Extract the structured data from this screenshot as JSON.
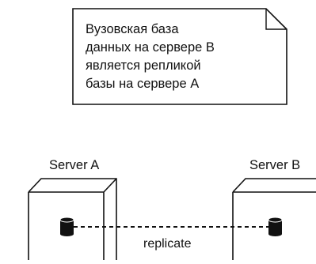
{
  "note": {
    "lines": [
      "Вузовская база",
      "данных на сервере B",
      "является репликой",
      "базы на сервере A"
    ]
  },
  "nodes": [
    {
      "id": "server-a",
      "label": "Server A"
    },
    {
      "id": "server-b",
      "label": "Server B"
    }
  ],
  "connector": {
    "label": "replicate"
  },
  "colors": {
    "stroke": "#111111",
    "background": "#ffffff",
    "database": "#111111"
  }
}
